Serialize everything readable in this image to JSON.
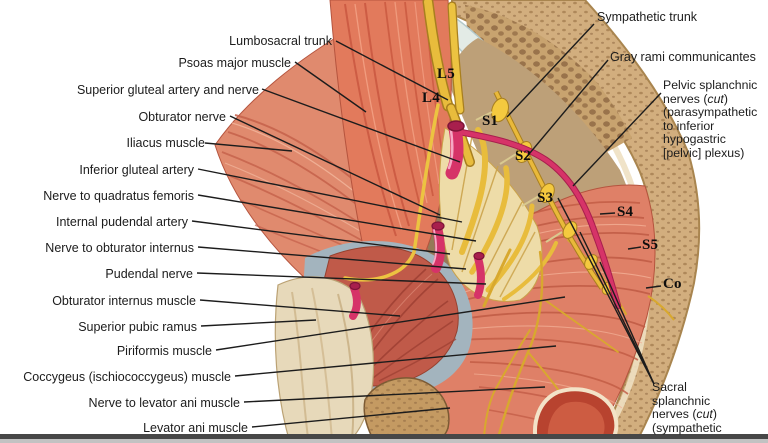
{
  "figure": {
    "labels_left": [
      "Lumbosacral trunk",
      "Psoas major muscle",
      "Superior gluteal artery and nerve",
      "Obturator nerve",
      "Iliacus muscle",
      "Inferior gluteal artery",
      "Nerve to quadratus femoris",
      "Internal pudendal artery",
      "Nerve to obturator internus",
      "Pudendal nerve",
      "Obturator internus muscle",
      "Superior pubic ramus",
      "Piriformis muscle",
      "Coccygeus (ischiococcygeus) muscle",
      "Nerve to levator ani muscle",
      "Levator ani muscle"
    ],
    "labels_right": {
      "sympathetic_trunk": "Sympathetic trunk",
      "gray_rami": "Gray rami communicantes",
      "pelvic_splanchnic": {
        "line1": "Pelvic splanchnic",
        "line2_pre": "nerves (",
        "line2_italic": "cut",
        "line2_post": ")",
        "line3": "(parasympathetic",
        "line4": "to inferior",
        "line5": "hypogastric",
        "line6": "[pelvic] plexus)"
      },
      "sacral_splanchnic": {
        "line1": "Sacral",
        "line2": "splanchnic",
        "line3_pre": "nerves (",
        "line3_italic": "cut",
        "line3_post": ")",
        "line4": "(sympathetic"
      }
    },
    "spine_labels": [
      "L5",
      "L4",
      "S1",
      "S2",
      "S3",
      "S4",
      "S5",
      "Co"
    ],
    "colors": {
      "muscle_salmon": "#e0886e",
      "muscle_stripe": "#c25f47",
      "muscle_highlight": "#f2b89e",
      "obturator_internus": "#c05a49",
      "bone_tan": "#d2ae7e",
      "bone_speckle": "#9c7347",
      "bone_pale": "#e7d9ba",
      "cartilage": "#e3ebe6",
      "fascia_gray_blue": "#a3b4be",
      "nerve_yellow": "#e8bc3c",
      "nerve_cream": "#eedca8",
      "artery_crimson": "#d63368",
      "leader_line": "#1c1c1c"
    }
  }
}
